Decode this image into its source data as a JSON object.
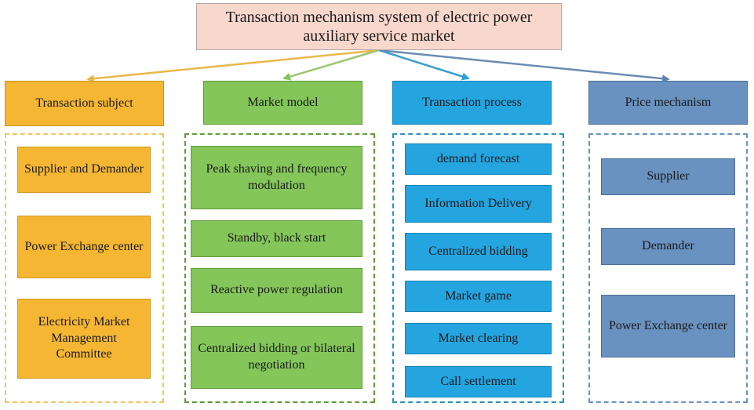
{
  "title": "Transaction mechanism system of electric power auxiliary service market",
  "colors": {
    "orange": "#f5b634",
    "green": "#84c65a",
    "blue": "#25a5e0",
    "slate": "#6992c0",
    "root": "#f8d7cc"
  },
  "columns": [
    {
      "heading": "Transaction subject",
      "items": [
        "Supplier and Demander",
        "Power Exchange center",
        "Electricity Market Management Committee"
      ]
    },
    {
      "heading": "Market model",
      "items": [
        "Peak shaving and frequency modulation",
        "Standby, black start",
        "Reactive power regulation",
        "Centralized bidding or bilateral negotiation"
      ]
    },
    {
      "heading": "Transaction process",
      "items": [
        "demand forecast",
        "Information Delivery",
        "Centralized bidding",
        "Market game",
        "Market clearing",
        "Call settlement"
      ]
    },
    {
      "heading": "Price mechanism",
      "items": [
        "Supplier",
        "Demander",
        "Power Exchange center"
      ]
    }
  ]
}
